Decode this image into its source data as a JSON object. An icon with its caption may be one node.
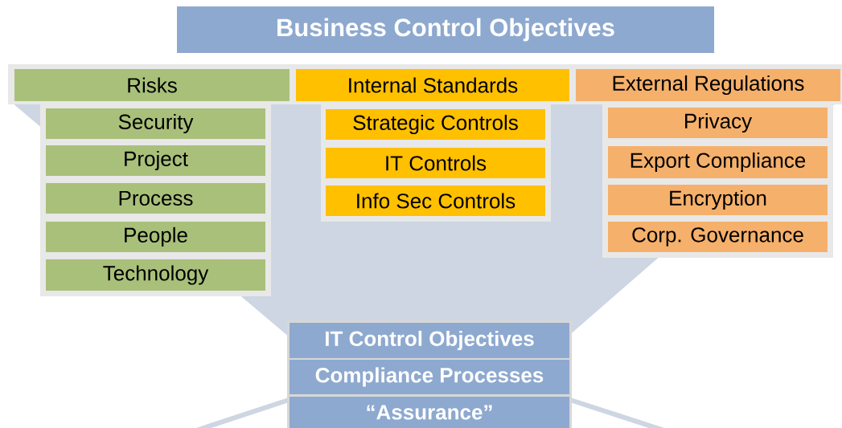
{
  "diagram": {
    "nodes": [
      {
        "text": [
          "Business Control Objectives"
        ]
      },
      {
        "text": [
          "Risks"
        ]
      },
      {
        "text": [
          "Internal Standards"
        ]
      },
      {
        "text": [
          "External Regulations"
        ]
      },
      {
        "text": [
          "Security"
        ]
      },
      {
        "text": [
          "Project"
        ]
      },
      {
        "text": [
          "Process"
        ]
      },
      {
        "text": [
          "People"
        ]
      },
      {
        "text": [
          "Technology"
        ]
      },
      {
        "text": [
          "Strategic Controls"
        ]
      },
      {
        "text": [
          "IT Controls"
        ]
      },
      {
        "text": [
          "Info Sec Controls"
        ]
      },
      {
        "text": [
          "Privacy"
        ]
      },
      {
        "text": [
          "Export Compliance"
        ]
      },
      {
        "text": [
          "Encryption"
        ]
      },
      {
        "text": [
          "Corp. Governance"
        ]
      },
      {
        "text": [
          "IT Control Objectives"
        ]
      },
      {
        "text": [
          "Compliance Processes"
        ]
      },
      {
        "text": [
          "“Assurance”"
        ]
      }
    ]
  }
}
